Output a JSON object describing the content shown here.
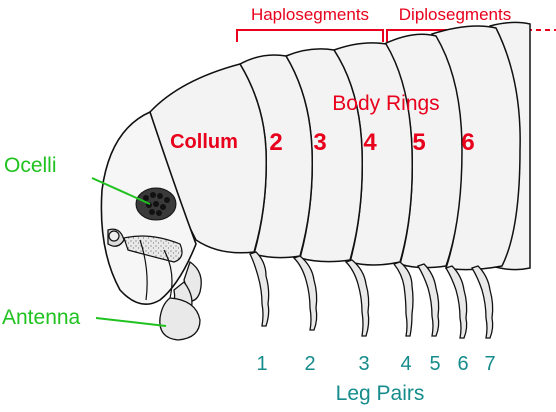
{
  "labels": {
    "haplosegments": "Haplosegments",
    "diplosegments": "Diplosegments",
    "body_rings": "Body Rings",
    "collum": "Collum",
    "rings": [
      "2",
      "3",
      "4",
      "5",
      "6"
    ],
    "ocelli": "Ocelli",
    "antenna": "Antenna",
    "leg_numbers": [
      "1",
      "2",
      "3",
      "4",
      "5",
      "6",
      "7"
    ],
    "leg_pairs": "Leg Pairs"
  },
  "colors": {
    "red": "#e8001c",
    "green": "#1fc21f",
    "teal": "#168c8c"
  }
}
